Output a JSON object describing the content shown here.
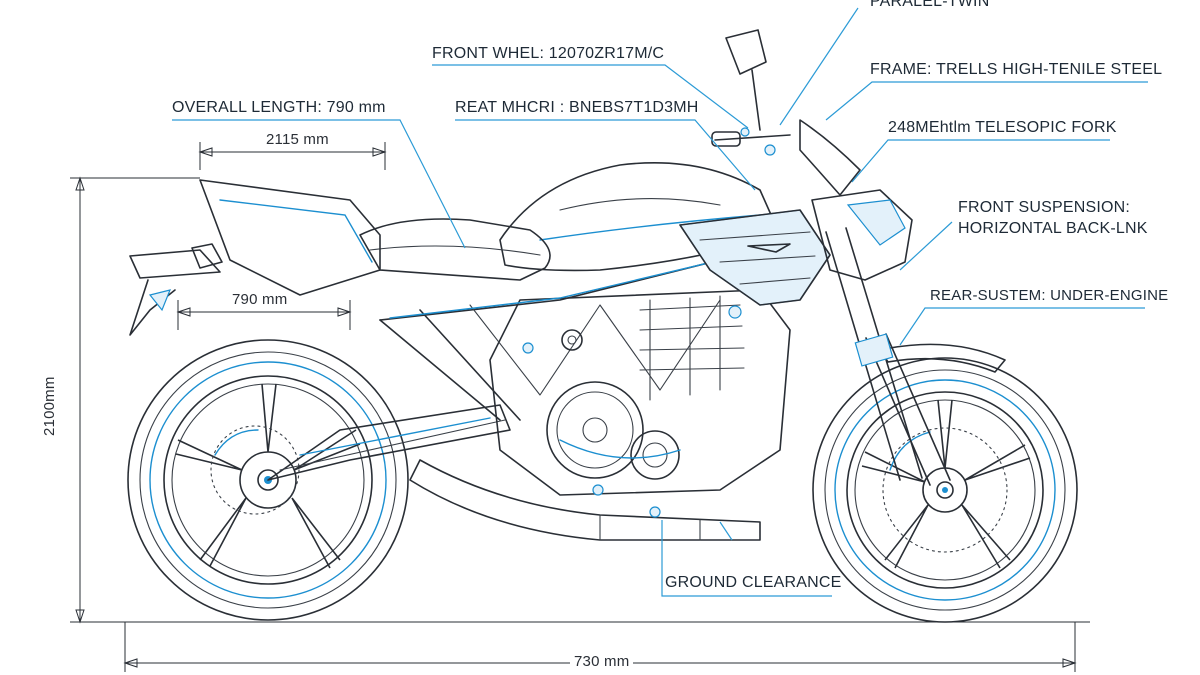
{
  "labels": {
    "engine": "PARALEL-TWIN",
    "front_wheel": "FRONT WHEL: 12070ZR17M/C",
    "frame": "FRAME: TRELLS HIGH-TENILE STEEL",
    "overall_length": "OVERALL LENGTH: 790 mm",
    "rear_wheel": "REAT MHCRI : BNEBS7T1D3MH",
    "telescopic_fork": "248MEhtlm TELESOPIC FORK",
    "front_suspension_line1": "FRONT SUSPENSION:",
    "front_suspension_line2": "HORIZONTAL BACK-LNK",
    "rear_system": "REAR-SUSTEM: UNDER-ENGINE",
    "ground_clearance": "GROUND CLEARANCE"
  },
  "dimensions": {
    "top_length": "2115 mm",
    "seat_length": "790 mm",
    "height": "2100mm",
    "wheelbase": "730 mm"
  },
  "colors": {
    "ink": "#2a2f36",
    "accent_blue": "#1c8fd0",
    "panel_fill": "#e3f1fa"
  }
}
